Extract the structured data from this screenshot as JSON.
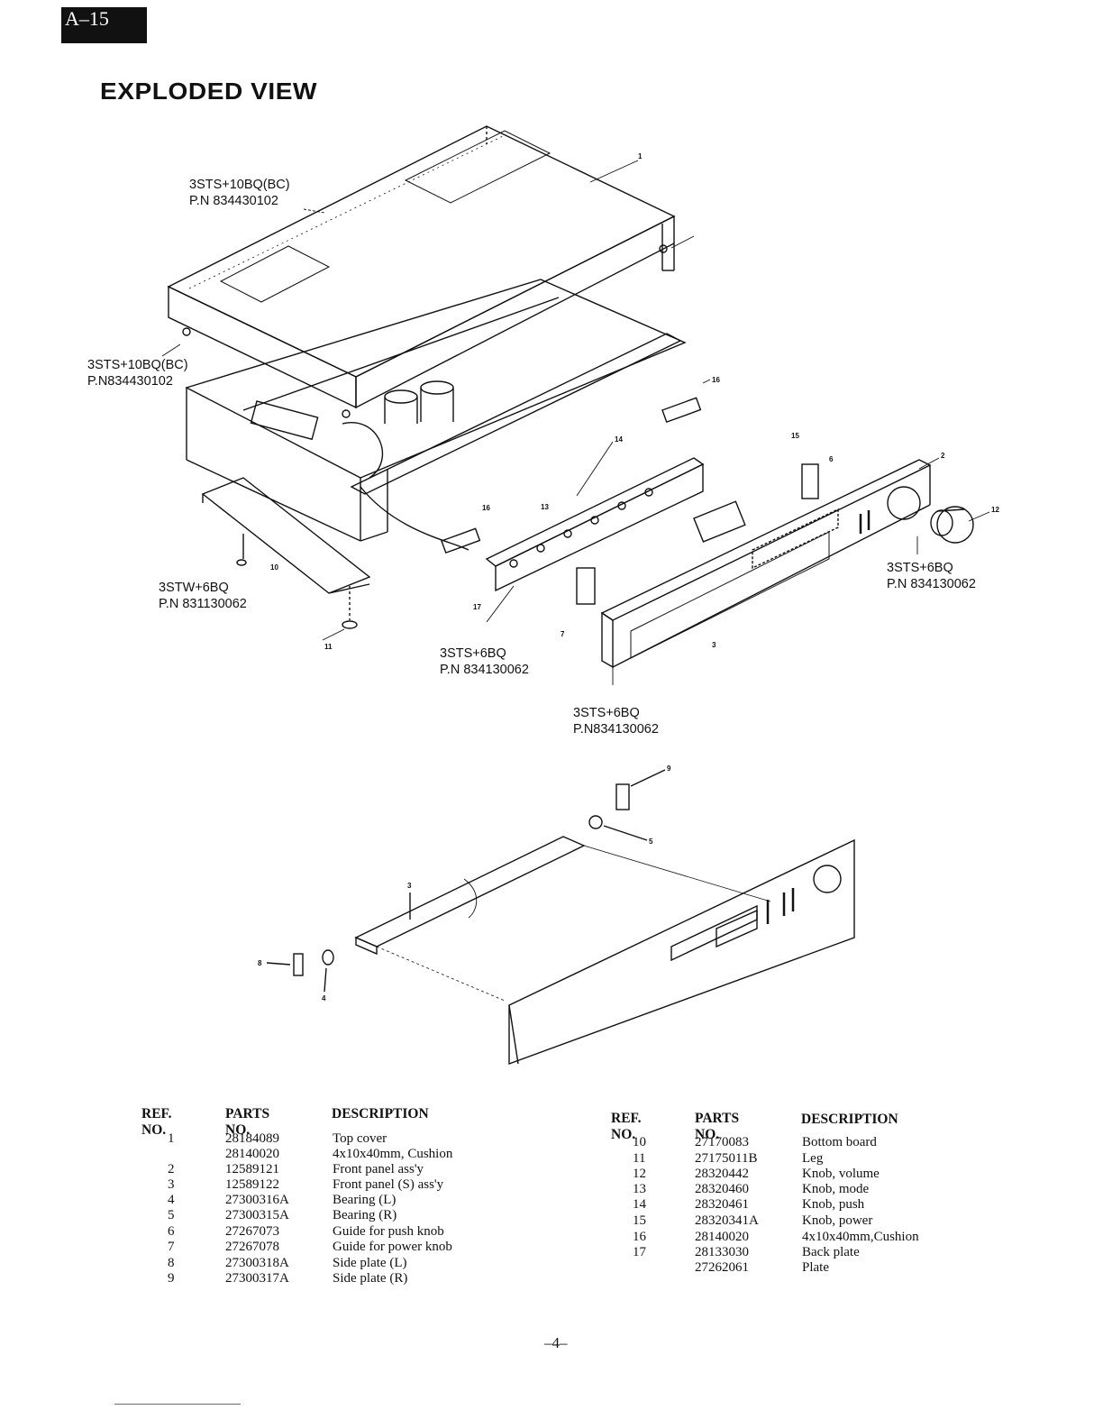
{
  "header": {
    "section_badge": "A–15",
    "title": "EXPLODED VIEW"
  },
  "callouts": [
    {
      "id": "c1",
      "lines": [
        "3STS+10BQ(BC)",
        "P.N 834430102"
      ]
    },
    {
      "id": "c2",
      "lines": [
        "3STS+10BQ(BC)",
        "P.N834430102"
      ]
    },
    {
      "id": "c3",
      "lines": [
        "3STW+6BQ",
        "P.N 831130062"
      ]
    },
    {
      "id": "c4",
      "lines": [
        "3STS+6BQ",
        "P.N 834130062"
      ]
    },
    {
      "id": "c5",
      "lines": [
        "3STS+6BQ",
        "P.N834130062"
      ]
    },
    {
      "id": "c6",
      "lines": [
        "3STS+6BQ",
        "P.N 834130062"
      ]
    }
  ],
  "ref_numbers": [
    "1",
    "2",
    "3",
    "6",
    "7",
    "10",
    "11",
    "12",
    "13",
    "14",
    "15",
    "16",
    "16",
    "17",
    "3",
    "4",
    "5",
    "8",
    "9"
  ],
  "parts_table_left": {
    "headers": {
      "ref": "REF. NO.",
      "parts": "PARTS NO.",
      "desc": "DESCRIPTION"
    },
    "rows": [
      {
        "ref": "1",
        "parts": "28184089",
        "desc": "Top cover"
      },
      {
        "ref": "",
        "parts": "28140020",
        "desc": "4x10x40mm, Cushion"
      },
      {
        "ref": "2",
        "parts": "12589121",
        "desc": "Front panel ass'y"
      },
      {
        "ref": "3",
        "parts": "12589122",
        "desc": "Front panel (S) ass'y"
      },
      {
        "ref": "4",
        "parts": "27300316A",
        "desc": "Bearing (L)"
      },
      {
        "ref": "5",
        "parts": "27300315A",
        "desc": "Bearing (R)"
      },
      {
        "ref": "6",
        "parts": "27267073",
        "desc": "Guide for push knob"
      },
      {
        "ref": "7",
        "parts": "27267078",
        "desc": "Guide for power knob"
      },
      {
        "ref": "8",
        "parts": "27300318A",
        "desc": "Side plate (L)"
      },
      {
        "ref": "9",
        "parts": "27300317A",
        "desc": "Side plate (R)"
      }
    ]
  },
  "parts_table_right": {
    "headers": {
      "ref": "REF. NO.",
      "parts": "PARTS NO.",
      "desc": "DESCRIPTION"
    },
    "rows": [
      {
        "ref": "10",
        "parts": "27170083",
        "desc": "Bottom board"
      },
      {
        "ref": "11",
        "parts": "27175011B",
        "desc": "Leg"
      },
      {
        "ref": "12",
        "parts": "28320442",
        "desc": "Knob, volume"
      },
      {
        "ref": "13",
        "parts": "28320460",
        "desc": "Knob, mode"
      },
      {
        "ref": "14",
        "parts": "28320461",
        "desc": "Knob, push"
      },
      {
        "ref": "15",
        "parts": "28320341A",
        "desc": "Knob, power"
      },
      {
        "ref": "16",
        "parts": "28140020",
        "desc": "4x10x40mm,Cushion"
      },
      {
        "ref": "17",
        "parts": "28133030",
        "desc": "Back plate"
      },
      {
        "ref": "",
        "parts": "27262061",
        "desc": "Plate"
      }
    ]
  },
  "footer": {
    "page_number": "–4–"
  }
}
